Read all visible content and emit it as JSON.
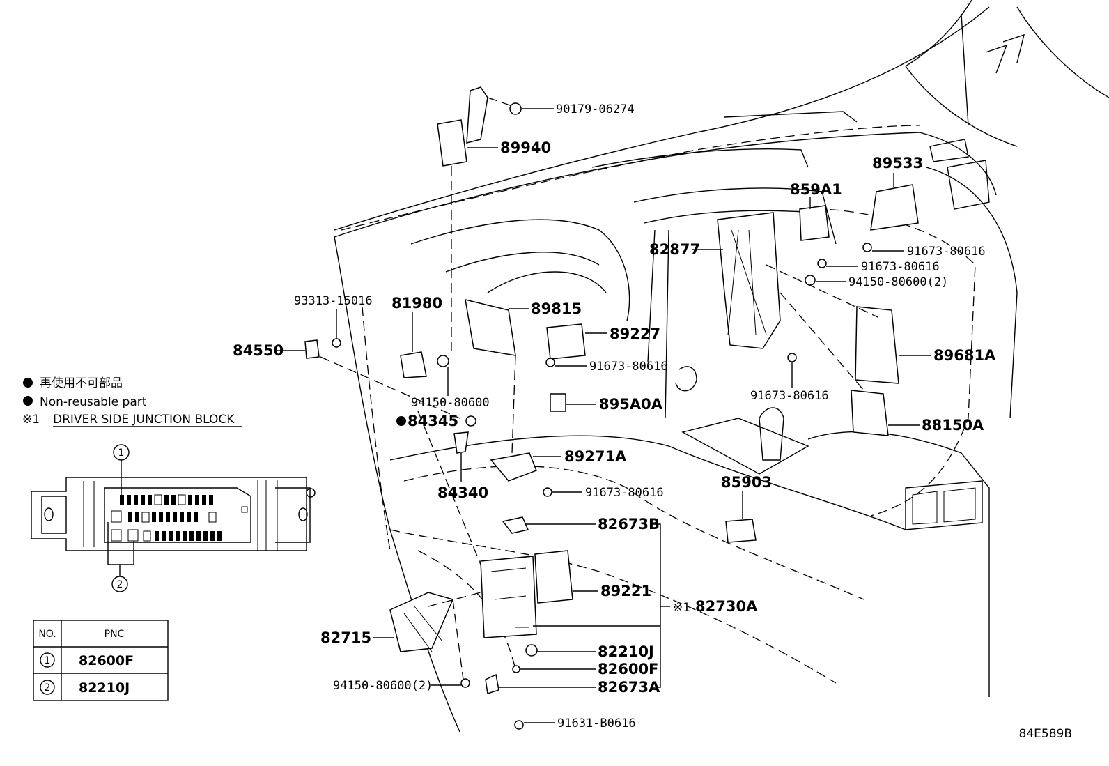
{
  "legend": {
    "non_reusable_jp": "再使用不可部品",
    "non_reusable_en": "Non-reusable part",
    "note_mark": "※1",
    "note_text": "DRIVER SIDE JUNCTION BLOCK"
  },
  "junction_block": {
    "circle_1": "1",
    "circle_2": "2"
  },
  "pnc_table": {
    "header_no": "NO.",
    "header_pnc": "PNC",
    "rows": [
      {
        "no": "1",
        "pnc": "82600F"
      },
      {
        "no": "2",
        "pnc": "82210J"
      }
    ]
  },
  "figure_id": "84E589B",
  "labels": {
    "p90179_06274": "90179-06274",
    "p89940": "89940",
    "p89533": "89533",
    "p859A1": "859A1",
    "p82877": "82877",
    "p91673_80616_a": "91673-80616",
    "p91673_80616_b": "91673-80616",
    "p94150_80600_2_a": "94150-80600(2)",
    "p93313_15016": "93313-15016",
    "p81980": "81980",
    "p89815": "89815",
    "p89227": "89227",
    "p84550": "84550",
    "p91673_80616_c": "91673-80616",
    "p89681A": "89681A",
    "p94150_80600": "94150-80600",
    "p91673_80616_d": "91673-80616",
    "p895A0A": "895A0A",
    "p84345": "84345",
    "p88150A": "88150A",
    "p89271A": "89271A",
    "p85903": "85903",
    "p84340": "84340",
    "p91673_80616_e": "91673-80616",
    "p82673B": "82673B",
    "p89221": "89221",
    "p82730A_mark": "※1",
    "p82730A": "82730A",
    "p82715": "82715",
    "p82210J": "82210J",
    "p82600F": "82600F",
    "p94150_80600_2_b": "94150-80600(2)",
    "p82673A": "82673A",
    "p91631_B0616": "91631-B0616"
  }
}
